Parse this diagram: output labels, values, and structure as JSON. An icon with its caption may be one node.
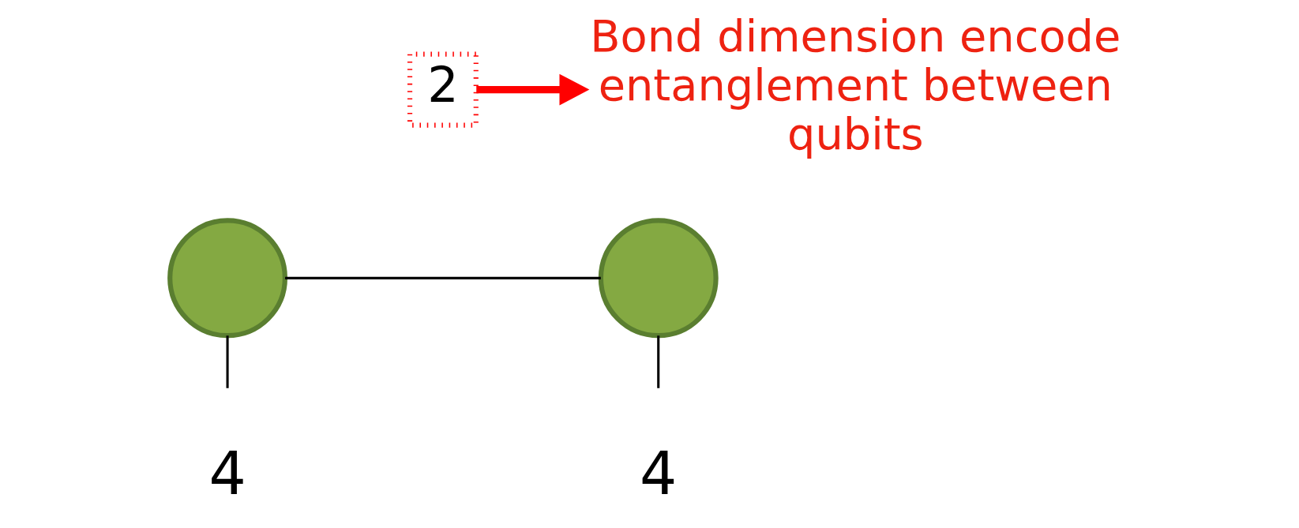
{
  "diagram": {
    "nodes": [
      {
        "text": [],
        "shape": "circle"
      },
      {
        "text": [],
        "shape": "circle"
      },
      {
        "text": [
          "2"
        ]
      },
      {
        "text": [
          "Bond dimension encode entanglement between qubits"
        ]
      }
    ],
    "edges": [
      {
        "from": 0,
        "to": 1,
        "arrow": "none"
      },
      {
        "from": 2,
        "to": 3,
        "arrow": "to",
        "style": "thick",
        "color": "#ff0000"
      },
      {
        "from": 0,
        "to": null,
        "arrow": "none"
      },
      {
        "from": 1,
        "to": null,
        "arrow": "none"
      }
    ],
    "labels": [
      "4",
      "4"
    ]
  }
}
